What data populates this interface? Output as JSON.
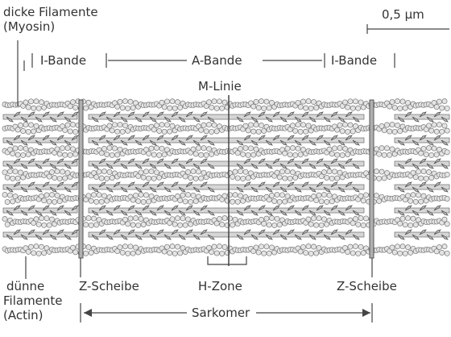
{
  "labels": {
    "thick_filaments_line1": "dicke Filamente",
    "thick_filaments_line2": "(Myosin)",
    "scale_bar": "0,5 µm",
    "i_band_left": "I-Bande",
    "a_band": "A-Bande",
    "i_band_right": "I-Bande",
    "m_line": "M-Linie",
    "thin_filaments_line1": "dünne",
    "thin_filaments_line2": "Filamente",
    "thin_filaments_line3": "(Actin)",
    "z_disc_left": "Z-Scheibe",
    "h_zone": "H-Zone",
    "z_disc_right": "Z-Scheibe",
    "sarcomere": "Sarkomer"
  },
  "colors": {
    "background": "#ffffff",
    "line": "#444444",
    "text": "#333333",
    "actin_bead": "#e4e4e4",
    "actin_outline": "#777777",
    "myosin_head": "#bdbdbd",
    "myosin_outline": "#555555",
    "z_disc": "#b0b0b0"
  }
}
